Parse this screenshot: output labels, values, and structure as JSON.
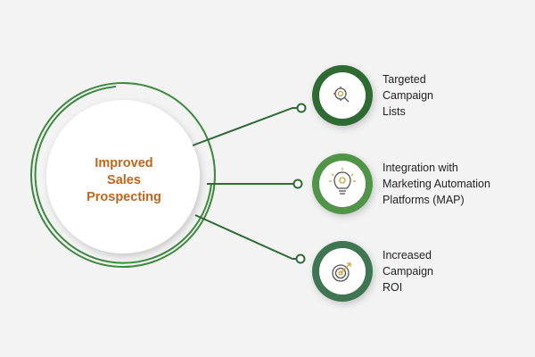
{
  "center": {
    "lines": [
      "Improved",
      "Sales",
      "Prospecting"
    ]
  },
  "items": [
    {
      "icon": "magnifier-target-icon",
      "lines": [
        "Targeted",
        "Campaign",
        "Lists"
      ]
    },
    {
      "icon": "lightbulb-gear-icon",
      "lines": [
        "Integration with",
        "Marketing Automation",
        "Platforms (MAP)"
      ]
    },
    {
      "icon": "target-arrow-icon",
      "lines": [
        "Increased",
        "Campaign",
        "ROI"
      ]
    }
  ],
  "colors": {
    "background": "#f3f3f3",
    "ring_green": "#3d8a3f",
    "dark_green": "#2f6b33",
    "medium_green": "#4f9447",
    "muted_green": "#3f7551",
    "center_text": "#c0651b",
    "icon_gold": "#c9a33e",
    "label_text": "#222222"
  }
}
